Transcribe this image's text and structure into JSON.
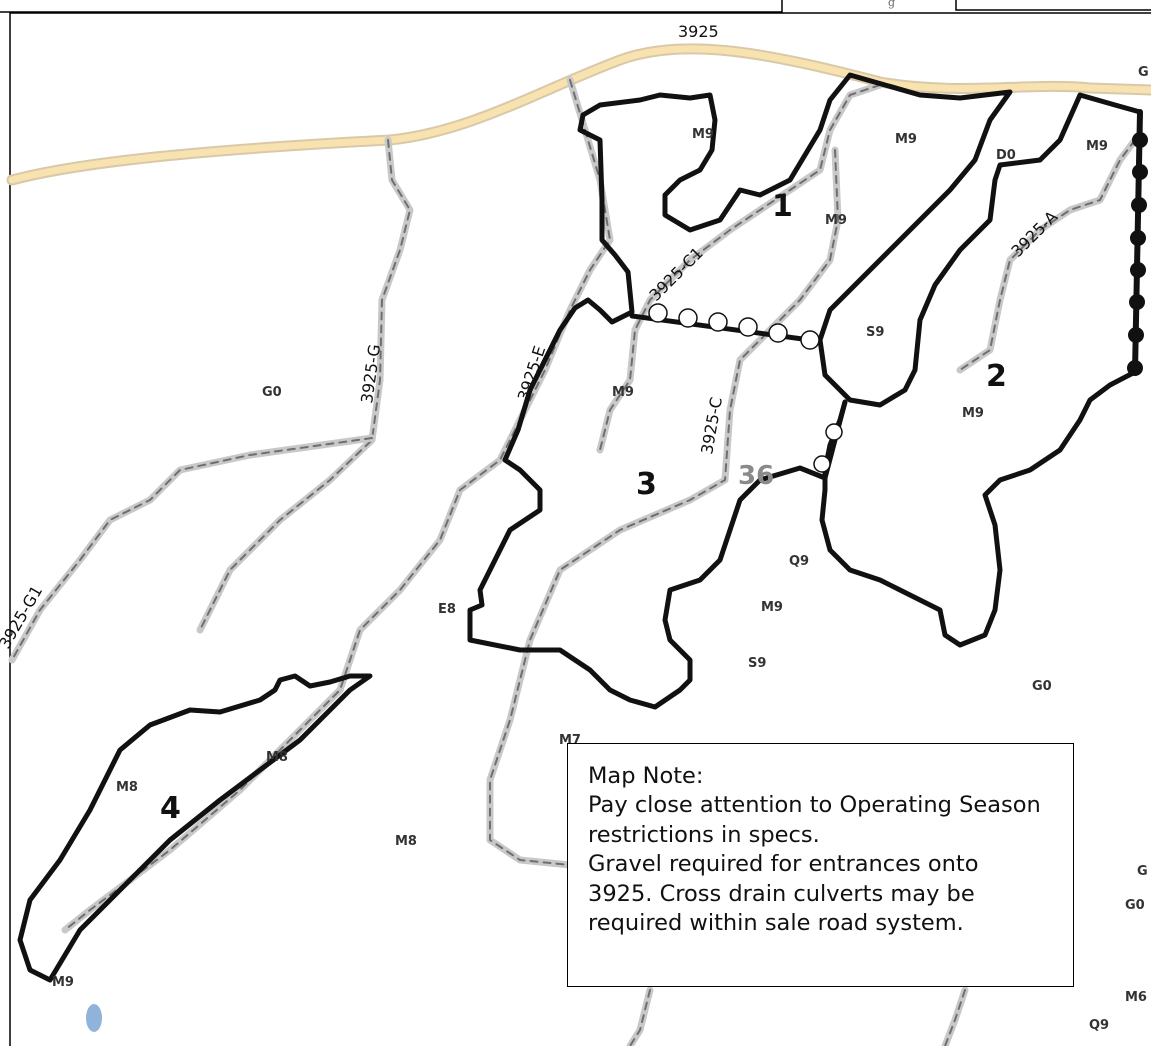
{
  "map": {
    "colors": {
      "highway": "#f3d9a3",
      "highway_edge": "#d9c7a5",
      "road": "#c9c9c9",
      "road_dash": "#6f6f6f",
      "unit_outline": "#111111",
      "water": "#8fb3d9"
    },
    "roads": {
      "main": "3925",
      "r_3925_c1": "3925-C1",
      "r_3925_e": "3925-E",
      "r_3925_g": "3925-G",
      "r_3925_c": "3925-C",
      "r_3925_a": "3925-A",
      "r_3925_g1": "3925-G1"
    },
    "units": [
      "1",
      "2",
      "3",
      "4"
    ],
    "section_number": "36",
    "stand_labels": {
      "m9_top": "M9",
      "m9_top2": "M9",
      "d0": "D0",
      "m9_top3": "M9",
      "m9_mid": "M9",
      "s9_mid": "S9",
      "m9_mid2": "M9",
      "m9_right": "M9",
      "g0_left": "G0",
      "q9": "Q9",
      "m9_low": "M9",
      "e8": "E8",
      "s9_low": "S9",
      "g0_right": "G0",
      "m7": "M7",
      "m8_a": "M8",
      "m8_b": "M8",
      "m8_c": "M8",
      "m9_bottom": "M9",
      "g_edge": "G",
      "g0_edge": "G0",
      "m6": "M6",
      "q9_bottom": "Q9",
      "g_edge2": "G"
    },
    "top_tick": "g",
    "note": {
      "title": "Map Note:",
      "line1": "Pay close attention to Operating Season",
      "line2": "restrictions in specs.",
      "line3": "Gravel required for entrances onto",
      "line4": "3925. Cross drain culverts may be",
      "line5": "required within sale road system."
    }
  }
}
